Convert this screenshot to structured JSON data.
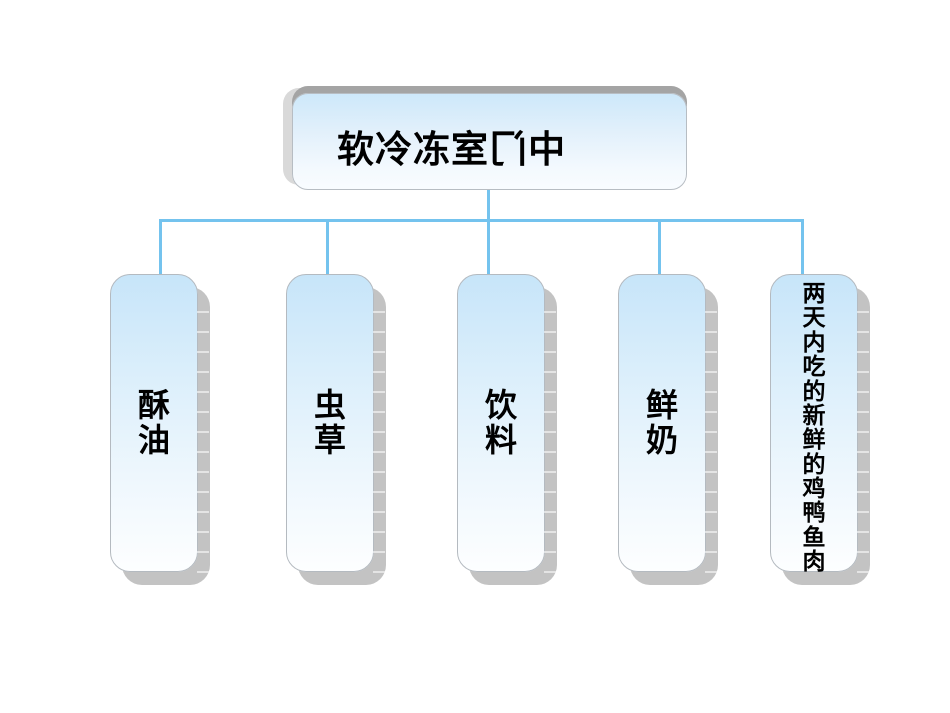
{
  "diagram": {
    "root": {
      "label": "软冷冻室门中",
      "mirrored_chars": [
        "门",
        "中"
      ]
    },
    "children": [
      {
        "label": "酥油"
      },
      {
        "label": "虫草"
      },
      {
        "label": "饮料"
      },
      {
        "label": "鲜奶"
      },
      {
        "label": "两天内吃的新鲜的鸡鸭鱼肉"
      }
    ],
    "colors": {
      "connector": "#74c3ee",
      "node_gradient_top": "#c7e5f9",
      "node_gradient_bottom": "#fdfeff",
      "node_border": "#b4bac0",
      "extrusion_shadow": "#c3c3c3",
      "root_bevel_dark": "#a4a4a4",
      "root_bevel_light": "#d9d9d9",
      "text": "#000000",
      "background": "#ffffff"
    }
  }
}
